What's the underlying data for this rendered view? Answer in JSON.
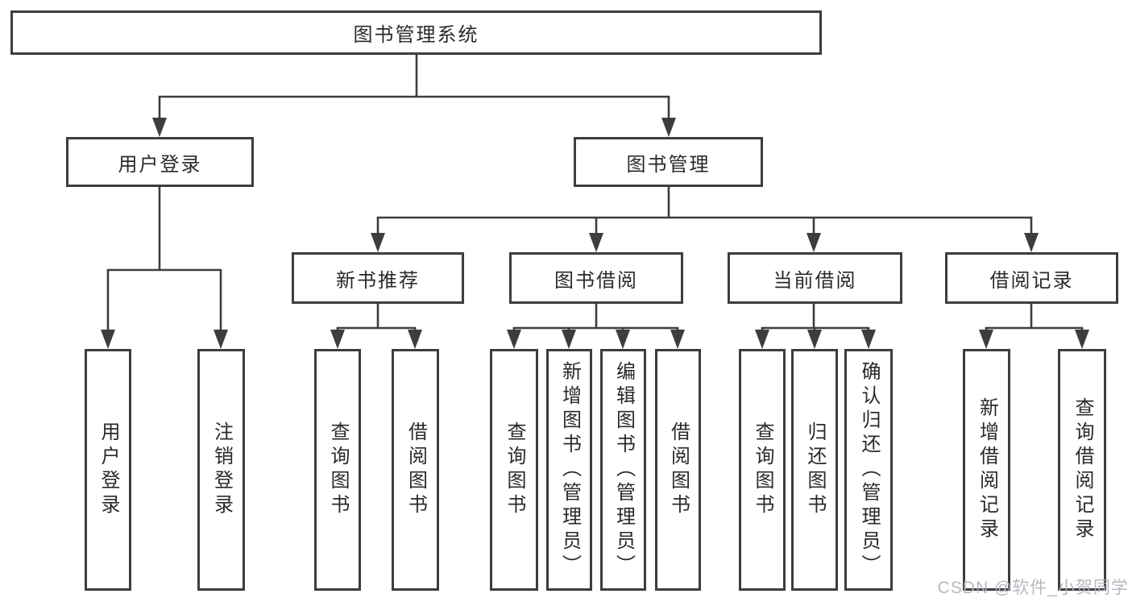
{
  "tree": {
    "root": {
      "label": "图书管理系统",
      "children": [
        {
          "label": "用户登录",
          "children": [
            {
              "label": "用户登录"
            },
            {
              "label": "注销登录"
            }
          ]
        },
        {
          "label": "图书管理",
          "children": [
            {
              "label": "新书推荐",
              "children": [
                {
                  "label": "查询图书"
                },
                {
                  "label": "借阅图书"
                }
              ]
            },
            {
              "label": "图书借阅",
              "children": [
                {
                  "label": "查询图书"
                },
                {
                  "label": "新增图书（管理员）"
                },
                {
                  "label": "编辑图书（管理员）"
                },
                {
                  "label": "借阅图书"
                }
              ]
            },
            {
              "label": "当前借阅",
              "children": [
                {
                  "label": "查询图书"
                },
                {
                  "label": "归还图书"
                },
                {
                  "label": "确认归还（管理员）"
                }
              ]
            },
            {
              "label": "借阅记录",
              "children": [
                {
                  "label": "新增借阅记录"
                },
                {
                  "label": "查询借阅记录"
                }
              ]
            }
          ]
        }
      ]
    }
  },
  "watermark": "CSDN @软件_小贺同学",
  "colors": {
    "line": "#3d3d3d",
    "text": "#2a2a2a",
    "watermark": "#b0b2bc",
    "background": "#ffffff"
  }
}
